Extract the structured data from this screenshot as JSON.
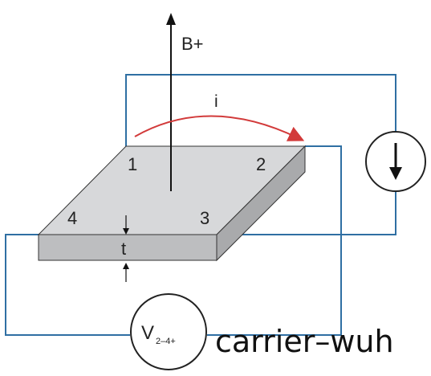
{
  "labels": {
    "field": "B+",
    "current": "i",
    "contact_1": "1",
    "contact_2": "2",
    "contact_3": "3",
    "contact_4": "4",
    "thickness": "t",
    "voltmeter_main": "V",
    "voltmeter_sub": "2–4+",
    "watermark": "carrier–wuh"
  },
  "colors": {
    "wire": "#2f6fa3",
    "current_arrow": "#d23a3a",
    "plate_top": "#d7d8da",
    "plate_front": "#bdbec0",
    "plate_side": "#a9aaac",
    "outline": "#222222",
    "background": "#ffffff"
  },
  "icons": {
    "current_source": "current-source-down-arrow-icon",
    "voltmeter": "voltmeter-circle-icon"
  }
}
